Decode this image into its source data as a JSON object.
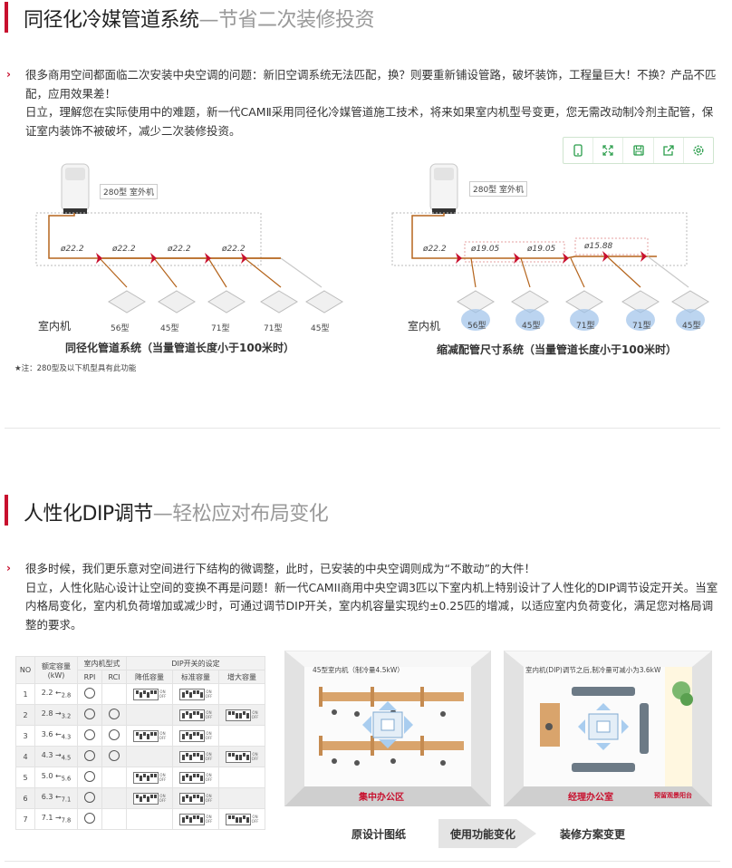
{
  "section1": {
    "title": "同径化冷媒管道系统",
    "subtitle": "—节省二次装修投资",
    "para1": "很多商用空间都面临二次安装中央空调的问题：新旧空调系统无法匹配，换？则要重新铺设管路，破坏装饰，工程量巨大！不换？产品不匹配，应用效果差！",
    "para2": "日立，理解您在实际使用中的难题，新一代CAMⅡ采用同径化冷媒管道施工技术，将来如果室内机型号变更，您无需改动制冷剂主配管，保证室内装饰不被破坏，减少二次装修投资。"
  },
  "toolbar": {
    "icons": [
      "phone-icon",
      "expand-icon",
      "save-icon",
      "share-icon",
      "settings-icon"
    ],
    "color": "#2a9d4b"
  },
  "diagram_left": {
    "outdoor_label": "280型 室外机",
    "pipes": [
      "ø22.2",
      "ø22.2",
      "ø22.2",
      "ø22.2"
    ],
    "indoor_label": "室内机",
    "units": [
      "56型",
      "45型",
      "71型",
      "71型",
      "45型"
    ],
    "caption": "同径化管道系统（当量管道长度小于100米时）",
    "note": "★注：280型及以下机型具有此功能"
  },
  "diagram_right": {
    "outdoor_label": "280型 室外机",
    "pipes": [
      "ø22.2",
      "ø19.05",
      "ø19.05",
      "ø15.88"
    ],
    "indoor_label": "室内机",
    "units": [
      "56型",
      "45型",
      "71型",
      "71型",
      "45型"
    ],
    "caption": "缩减配管尺寸系统（当量管道长度小于100米时）"
  },
  "section2": {
    "title": "人性化DIP调节",
    "subtitle": "—轻松应对布局变化",
    "para1": "很多时候，我们更乐意对空间进行下结构的微调整，此时，已安装的中央空调则成为“不敢动”的大件！",
    "para2": "日立，人性化贴心设计让空间的变换不再是问题！新一代CAMII商用中央空调3匹以下室内机上特别设计了人性化的DIP调节设定开关。当室内格局变化，室内机负荷增加或减少时，可通过调节DIP开关，室内机容量实现约±0.25匹的增减，以适应室内负荷变化，满足您对格局调整的要求。"
  },
  "dip_table": {
    "h_no": "NO",
    "h_capacity": "额定容量",
    "h_capacity_unit": "(kW)",
    "h_model_type": "室内机型式",
    "h_rpi": "RPI",
    "h_rci": "RCI",
    "h_dip": "DIP开关的设定",
    "h_lower": "降低容量",
    "h_standard": "标准容量",
    "h_raise": "增大容量",
    "on": "ON",
    "off": "OFF",
    "rows": [
      {
        "no": "1",
        "base": "2.2",
        "arrow": "←",
        "target": "2.8",
        "rpi": true,
        "rci": false,
        "lower": true,
        "std": true,
        "raise": false
      },
      {
        "no": "2",
        "base": "2.8",
        "arrow": "→",
        "target": "3.2",
        "rpi": true,
        "rci": true,
        "lower": false,
        "std": true,
        "raise": true
      },
      {
        "no": "3",
        "base": "3.6",
        "arrow": "←",
        "target": "4.3",
        "rpi": true,
        "rci": true,
        "lower": true,
        "std": true,
        "raise": false
      },
      {
        "no": "4",
        "base": "4.3",
        "arrow": "→",
        "target": "4.5",
        "rpi": true,
        "rci": true,
        "lower": false,
        "std": true,
        "raise": true
      },
      {
        "no": "5",
        "base": "5.0",
        "arrow": "←",
        "target": "5.6",
        "rpi": true,
        "rci": false,
        "lower": true,
        "std": true,
        "raise": false
      },
      {
        "no": "6",
        "base": "6.3",
        "arrow": "←",
        "target": "7.1",
        "rpi": true,
        "rci": false,
        "lower": true,
        "std": true,
        "raise": false
      },
      {
        "no": "7",
        "base": "7.1",
        "arrow": "→",
        "target": "7.8",
        "rpi": true,
        "rci": false,
        "lower": false,
        "std": true,
        "raise": true
      }
    ]
  },
  "rooms": {
    "left_title": "45型室内机（制冷量4.5kW）",
    "left_caption": "集中办公区",
    "right_title": "室内机(DIP)调节之后,制冷量可减小为3.6kW",
    "right_caption": "经理办公室",
    "balcony": "预留观景阳台"
  },
  "flow": {
    "step1": "原设计图纸",
    "step2": "使用功能变化",
    "step3": "装修方案变更"
  },
  "colors": {
    "accent": "#c8102e",
    "pipe": "#b5651d",
    "pipe_grey": "#b8b8b8",
    "room_floor": "#eef1f2"
  }
}
